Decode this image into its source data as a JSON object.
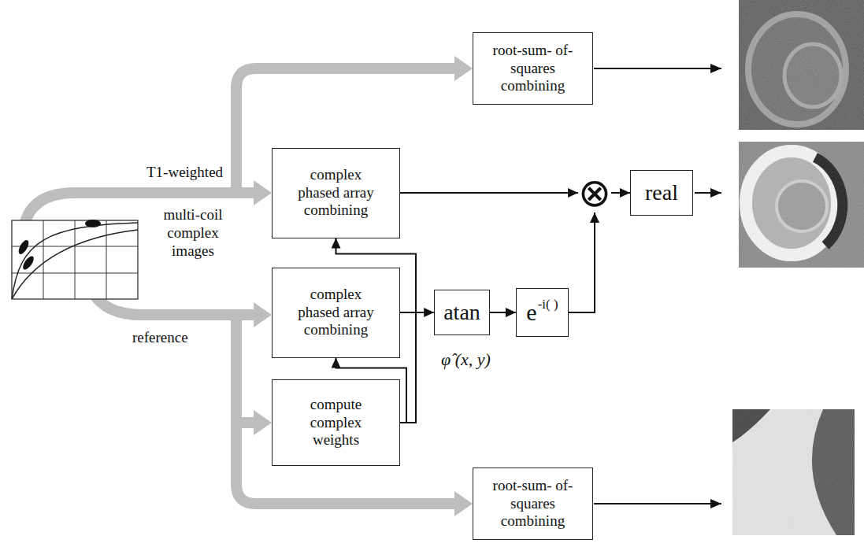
{
  "diagram": {
    "nodes": [
      {
        "text": [
          "root-sum- of-squares combining"
        ]
      },
      {
        "text": [
          "complex phased array combining"
        ]
      },
      {
        "text": [
          "⊗"
        ]
      },
      {
        "text": [
          "real"
        ]
      },
      {
        "text": [
          "complex phased array combining"
        ]
      },
      {
        "text": [
          "atan"
        ]
      },
      {
        "text": [
          "e",
          "-i( )"
        ]
      },
      {
        "text": [
          "compute complex weights"
        ]
      },
      {
        "text": [
          "root-sum- of-squares combining"
        ]
      }
    ],
    "edges": [
      {
        "from": 1,
        "to": 2,
        "arrow": "to"
      },
      {
        "from": 2,
        "to": 3,
        "arrow": "to"
      },
      {
        "from": 4,
        "to": 5,
        "arrow": "to"
      },
      {
        "from": 5,
        "to": 6,
        "arrow": "to"
      },
      {
        "from": 6,
        "to": 2,
        "arrow": "to"
      },
      {
        "from": 7,
        "to": 1,
        "arrow": "to"
      },
      {
        "from": 7,
        "to": 4,
        "arrow": "to"
      }
    ],
    "labels": [
      "T1-weighted",
      "multi-coil complex images",
      "reference",
      "φ̂ (x, y)"
    ]
  }
}
